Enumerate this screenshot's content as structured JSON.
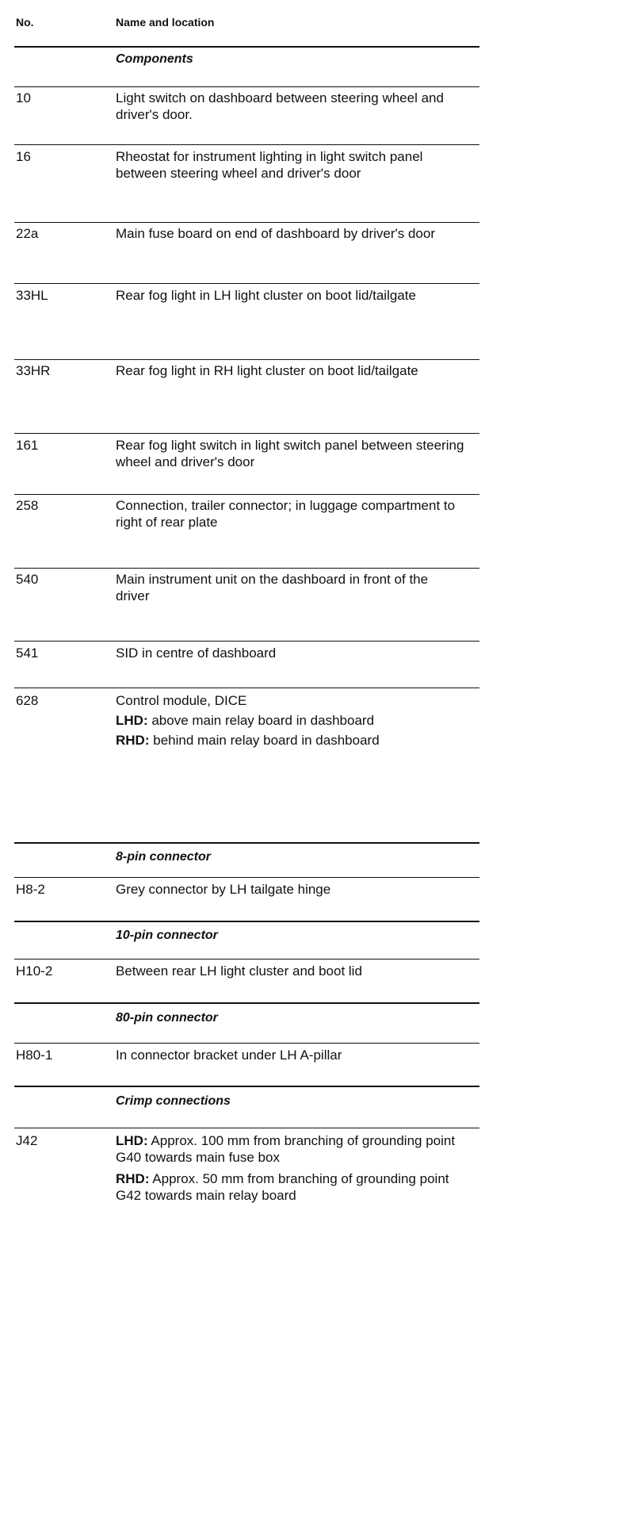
{
  "header": {
    "col_no": "No.",
    "col_name": "Name and location"
  },
  "sections": [
    {
      "title": "Components",
      "rows": [
        {
          "no": "10",
          "desc": "Light switch on dashboard between steering wheel and driver's door."
        },
        {
          "no": "16",
          "desc": "Rheostat for instrument lighting in light switch panel between steering wheel and driver's door"
        },
        {
          "no": "22a",
          "desc": "Main fuse board on end of dashboard by driver's door"
        },
        {
          "no": "33HL",
          "desc": "Rear fog light in LH light cluster on boot lid/tailgate"
        },
        {
          "no": "33HR",
          "desc": "Rear fog light in RH light cluster on boot lid/tailgate"
        },
        {
          "no": "161",
          "desc": "Rear fog light switch in light switch panel between steering wheel and driver's door"
        },
        {
          "no": "258",
          "desc": "Connection, trailer connector; in luggage compartment to right of rear plate"
        },
        {
          "no": "540",
          "desc": "Main instrument unit on the dashboard in front of the driver"
        },
        {
          "no": "541",
          "desc": "SID in centre of dashboard"
        },
        {
          "no": "628",
          "desc": "Control module, DICE",
          "lhd_label": "LHD:",
          "lhd_text": "above main relay board in dashboard",
          "rhd_label": "RHD:",
          "rhd_text": "behind main relay board in dashboard"
        }
      ]
    },
    {
      "title": "8-pin connector",
      "rows": [
        {
          "no": "H8-2",
          "desc": "Grey connector by LH tailgate hinge"
        }
      ]
    },
    {
      "title": "10-pin connector",
      "rows": [
        {
          "no": "H10-2",
          "desc": "Between rear LH light cluster and boot lid"
        }
      ]
    },
    {
      "title": "80-pin connector",
      "rows": [
        {
          "no": "H80-1",
          "desc": "In connector bracket under LH A-pillar"
        }
      ]
    },
    {
      "title": "Crimp connections",
      "rows": [
        {
          "no": "J42",
          "lhd_label": "LHD:",
          "lhd_text": "Approx. 100 mm from branching of grounding point G40 towards main fuse box",
          "rhd_label": "RHD:",
          "rhd_text": "Approx. 50 mm from branching of grounding point G42 towards main relay board"
        }
      ]
    }
  ]
}
